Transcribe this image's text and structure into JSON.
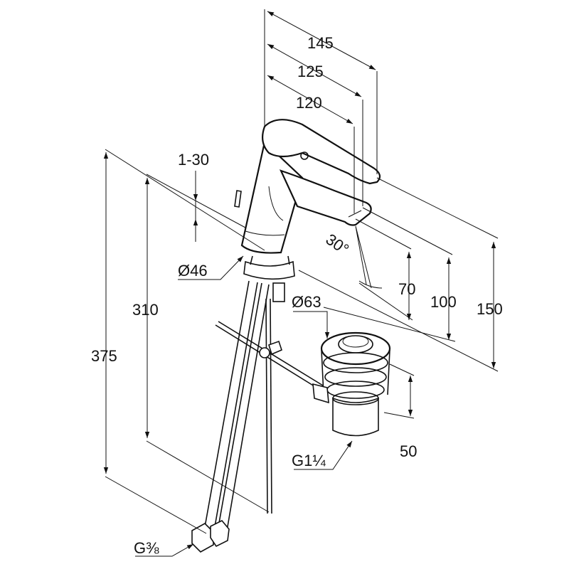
{
  "dimensions": {
    "d145": "145",
    "d125": "125",
    "d120": "120",
    "d1_30": "1-30",
    "d30deg": "30°",
    "d46": "Ø46",
    "d63": "Ø63",
    "d70": "70",
    "d100": "100",
    "d150": "150",
    "d310": "310",
    "d375": "375",
    "d50": "50",
    "g114": "G1¼",
    "g38": "G⅜"
  },
  "colors": {
    "line": "#111111",
    "background": "#ffffff"
  }
}
